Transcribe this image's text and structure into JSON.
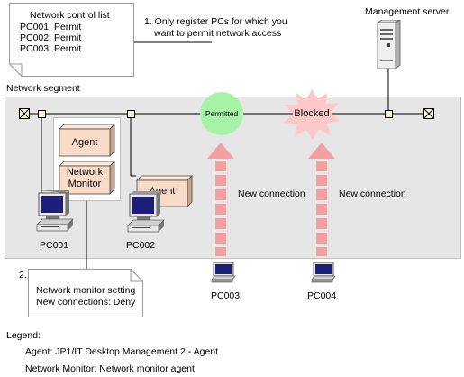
{
  "control_list": {
    "title": "Network control list",
    "rows": [
      "PC001: Permit",
      "PC002: Permit",
      "PC003: Permit"
    ]
  },
  "step1": {
    "line1": "1. Only register PCs for which you",
    "line2": "want to permit network access"
  },
  "server_label": "Management server",
  "segment_label": "Network segment",
  "permitted_label": "Permitted",
  "blocked_label": "Blocked",
  "agent_label": "Agent",
  "monitor_label_1": "Network",
  "monitor_label_2": "Monitor",
  "agent2_label": "Agent",
  "new_conn_1": "New connection",
  "new_conn_2": "New connection",
  "pcs": {
    "pc001": "PC001",
    "pc002": "PC002",
    "pc003": "PC003",
    "pc004": "PC004"
  },
  "step2": {
    "num": "2.",
    "line1": "Network monitor setting",
    "line2": "New connections: Deny"
  },
  "legend": {
    "title": "Legend:",
    "agent": "Agent: JP1/IT Desktop Management 2 - Agent",
    "monitor": "Network Monitor: Network monitor agent"
  },
  "colors": {
    "segment_bg": "#e6e6e6",
    "box_fill": "#f8dcc8",
    "permitted": "#a6f2a6",
    "blocked": "#ffc8c8",
    "arrow": "#f4a0a0"
  }
}
